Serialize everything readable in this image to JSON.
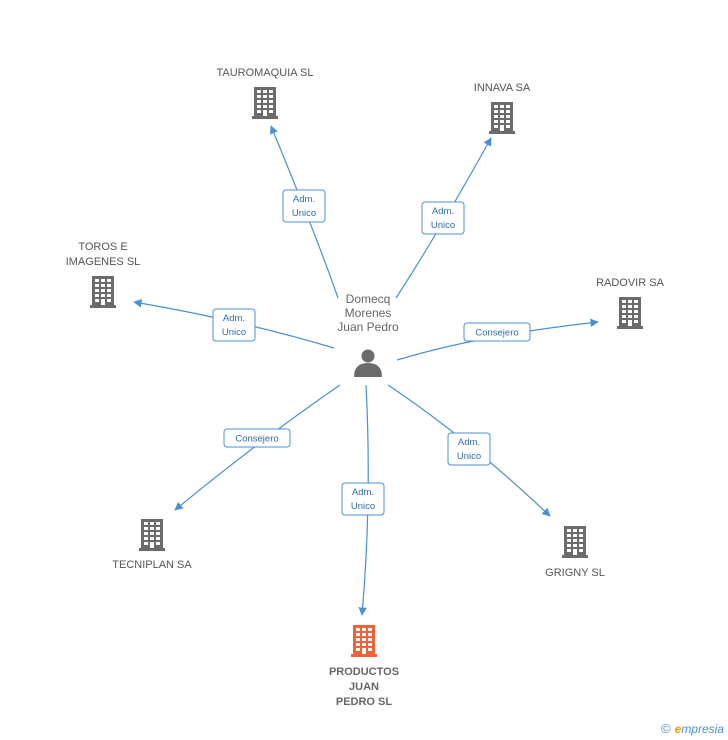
{
  "person": {
    "label_lines": [
      "Domecq",
      "Morenes",
      "Juan Pedro"
    ],
    "icon": "person-icon"
  },
  "companies": [
    {
      "id": "tauromaquia",
      "label_lines": [
        "TAUROMAQUIA SL"
      ],
      "icon": "building-icon",
      "color": "#6b6b6b",
      "highlight": false
    },
    {
      "id": "innava",
      "label_lines": [
        "INNAVA SA"
      ],
      "icon": "building-icon",
      "color": "#6b6b6b",
      "highlight": false
    },
    {
      "id": "toros",
      "label_lines": [
        "TOROS E",
        "IMAGENES SL"
      ],
      "icon": "building-icon",
      "color": "#6b6b6b",
      "highlight": false
    },
    {
      "id": "radovir",
      "label_lines": [
        "RADOVIR SA"
      ],
      "icon": "building-icon",
      "color": "#6b6b6b",
      "highlight": false
    },
    {
      "id": "tecniplan",
      "label_lines": [
        "TECNIPLAN SA"
      ],
      "icon": "building-icon",
      "color": "#6b6b6b",
      "highlight": false
    },
    {
      "id": "grigny",
      "label_lines": [
        "GRIGNY SL"
      ],
      "icon": "building-icon",
      "color": "#6b6b6b",
      "highlight": false
    },
    {
      "id": "productos",
      "label_lines": [
        "PRODUCTOS",
        "JUAN",
        "PEDRO SL"
      ],
      "icon": "building-icon",
      "color": "#f0623a",
      "highlight": true
    }
  ],
  "relations": [
    {
      "to": "tauromaquia",
      "role_lines": [
        "Adm.",
        "Unico"
      ]
    },
    {
      "to": "innava",
      "role_lines": [
        "Adm.",
        "Unico"
      ]
    },
    {
      "to": "toros",
      "role_lines": [
        "Adm.",
        "Unico"
      ]
    },
    {
      "to": "radovir",
      "role_lines": [
        "Consejero"
      ]
    },
    {
      "to": "tecniplan",
      "role_lines": [
        "Consejero"
      ]
    },
    {
      "to": "grigny",
      "role_lines": [
        "Adm.",
        "Unico"
      ]
    },
    {
      "to": "productos",
      "role_lines": [
        "Adm.",
        "Unico"
      ]
    }
  ],
  "colors": {
    "edge": "#4a8fd4",
    "building": "#6b6b6b",
    "highlight": "#f0623a",
    "person": "#6b6b6b"
  },
  "footer": {
    "copyright": "©",
    "brand_initial": "e",
    "brand_rest": "mpresia"
  }
}
